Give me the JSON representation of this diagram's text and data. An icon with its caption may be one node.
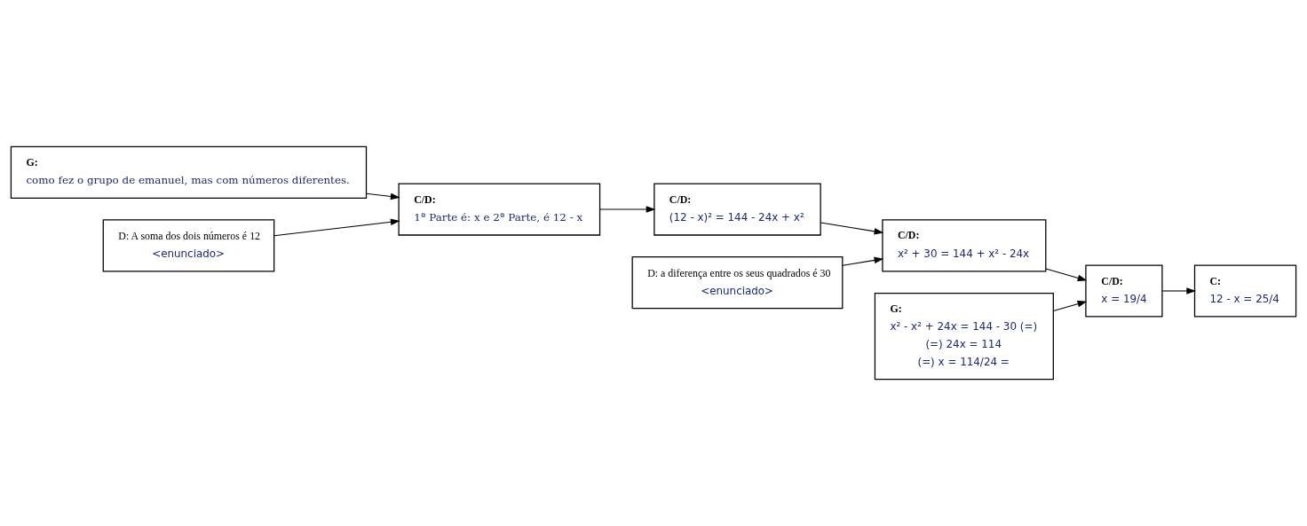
{
  "diagram": {
    "nodes": [
      {
        "text": [
          "G:",
          "como fez o grupo de emanuel, mas com números diferentes."
        ]
      },
      {
        "text": [
          "D: A soma dos dois números é 12",
          "<enunciado>"
        ]
      },
      {
        "text": [
          "C/D:",
          "1ª Parte é: x e 2ª Parte, é 12 - x"
        ]
      },
      {
        "text": [
          "C/D:",
          "(12 - x)² = 144 - 24x + x²"
        ]
      },
      {
        "text": [
          "D: a diferença entre os seus quadrados é 30",
          "<enunciado>"
        ]
      },
      {
        "text": [
          "C/D:",
          "x² + 30 = 144 + x² - 24x"
        ]
      },
      {
        "text": [
          "G:",
          "x² - x² + 24x = 144 - 30 (=)",
          "(=) 24x = 114",
          "(=) x = 114/24 ="
        ]
      },
      {
        "text": [
          "C/D:",
          "x = 19/4"
        ]
      },
      {
        "text": [
          "C:",
          "12 - x = 25/4"
        ]
      }
    ],
    "edges": [
      {
        "from": 0,
        "to": 2,
        "arrow": "to"
      },
      {
        "from": 1,
        "to": 2,
        "arrow": "to"
      },
      {
        "from": 2,
        "to": 3,
        "arrow": "to"
      },
      {
        "from": 3,
        "to": 5,
        "arrow": "to"
      },
      {
        "from": 4,
        "to": 5,
        "arrow": "to"
      },
      {
        "from": 5,
        "to": 7,
        "arrow": "to"
      },
      {
        "from": 6,
        "to": 7,
        "arrow": "to"
      },
      {
        "from": 7,
        "to": 8,
        "arrow": "to"
      }
    ]
  }
}
